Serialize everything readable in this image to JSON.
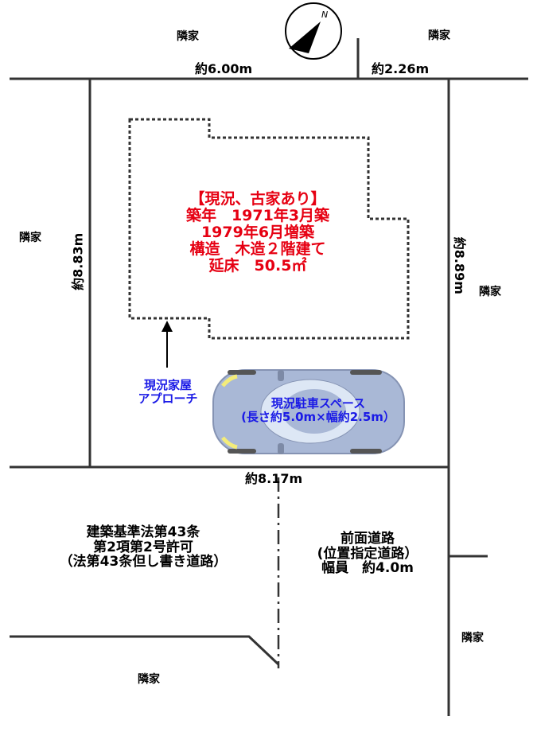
{
  "neighbors": {
    "top_left": "隣家",
    "top_right": "隣家",
    "left": "隣家",
    "right": "隣家",
    "bottom_right": "隣家",
    "bottom_left": "隣家"
  },
  "compass": {
    "north_label": "N"
  },
  "dimensions": {
    "top_left": "約6.00m",
    "top_right": "約2.26m",
    "left": "約8.83m",
    "right": "約8.89m",
    "bottom": "約8.17m"
  },
  "house_info": {
    "lines": [
      "【現況、古家あり】",
      "築年　1971年3月築",
      "1979年6月増築",
      "構造　木造２階建て",
      "延床　50.5㎡"
    ]
  },
  "approach": {
    "lines": [
      "現況家屋",
      "アプローチ"
    ]
  },
  "parking": {
    "lines": [
      "現況駐車スペース",
      "(長さ約5.0m×幅約2.5m）"
    ]
  },
  "road_left": {
    "lines": [
      "建築基準法第43条",
      "第2項第2号許可",
      "（法第43条但し書き道路）"
    ]
  },
  "road_front": {
    "lines": [
      "前面道路",
      "(位置指定道路）",
      "幅員　約4.0m"
    ]
  },
  "colors": {
    "house_text": "#e60012",
    "blue_text": "#1a1ae6",
    "car_body": "#a9b8d6"
  }
}
